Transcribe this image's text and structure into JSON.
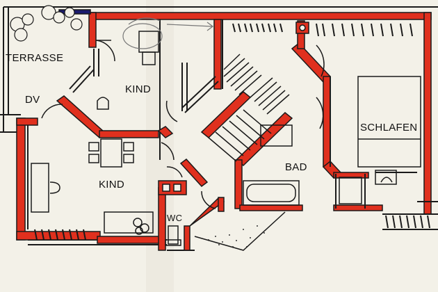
{
  "plan": {
    "rooms": {
      "terrasse": "TERRASSE",
      "dv": "DV",
      "kind_top": "KIND",
      "kind_bottom": "KIND",
      "bad": "BAD",
      "schlafen": "SCHLAFEN",
      "wc": "WC"
    },
    "colors": {
      "paper": "#f3f1e8",
      "outer_wall": "#e0301e",
      "line": "#1a1a1a",
      "pencil": "#777777"
    }
  }
}
